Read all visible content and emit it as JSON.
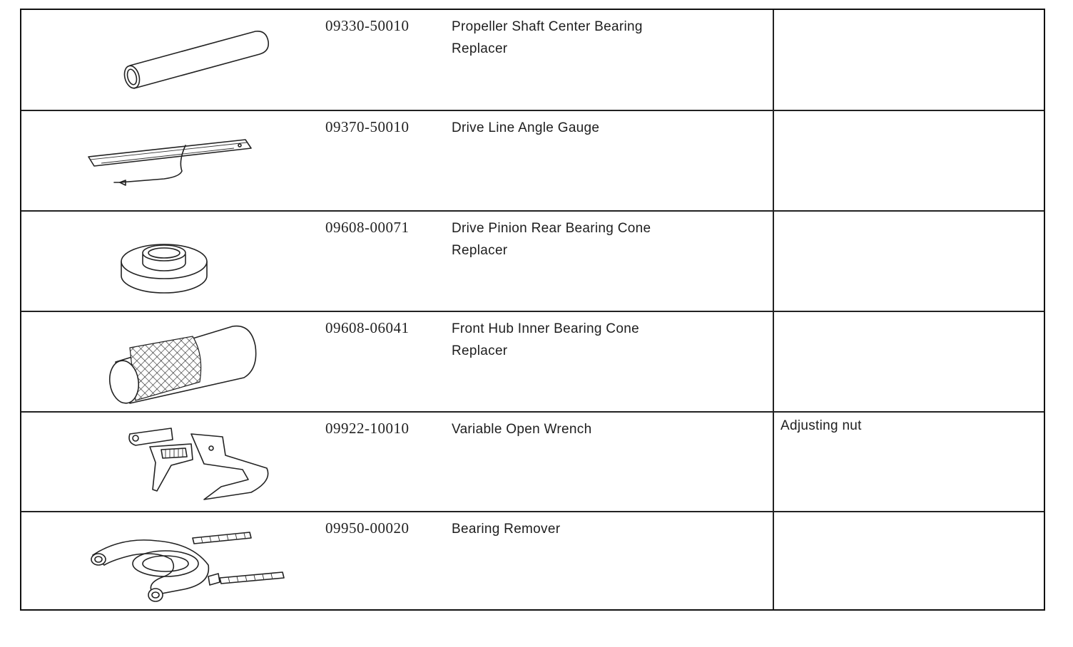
{
  "tools": [
    {
      "part_number": "09330-50010",
      "name": "Propeller Shaft Center Bearing Replacer",
      "note": "",
      "icon": "pipe-replacer-icon"
    },
    {
      "part_number": "09370-50010",
      "name": "Drive Line Angle Gauge",
      "note": "",
      "icon": "angle-gauge-icon"
    },
    {
      "part_number": "09608-00071",
      "name": "Drive Pinion Rear Bearing Cone Replacer",
      "note": "",
      "icon": "ring-replacer-icon"
    },
    {
      "part_number": "09608-06041",
      "name": "Front Hub Inner Bearing Cone Replacer",
      "note": "",
      "icon": "knurled-cylinder-icon"
    },
    {
      "part_number": "09922-10010",
      "name": "Variable Open Wrench",
      "note": "Adjusting nut",
      "icon": "open-wrench-icon"
    },
    {
      "part_number": "09950-00020",
      "name": "Bearing Remover",
      "note": "",
      "icon": "bearing-remover-icon"
    }
  ]
}
